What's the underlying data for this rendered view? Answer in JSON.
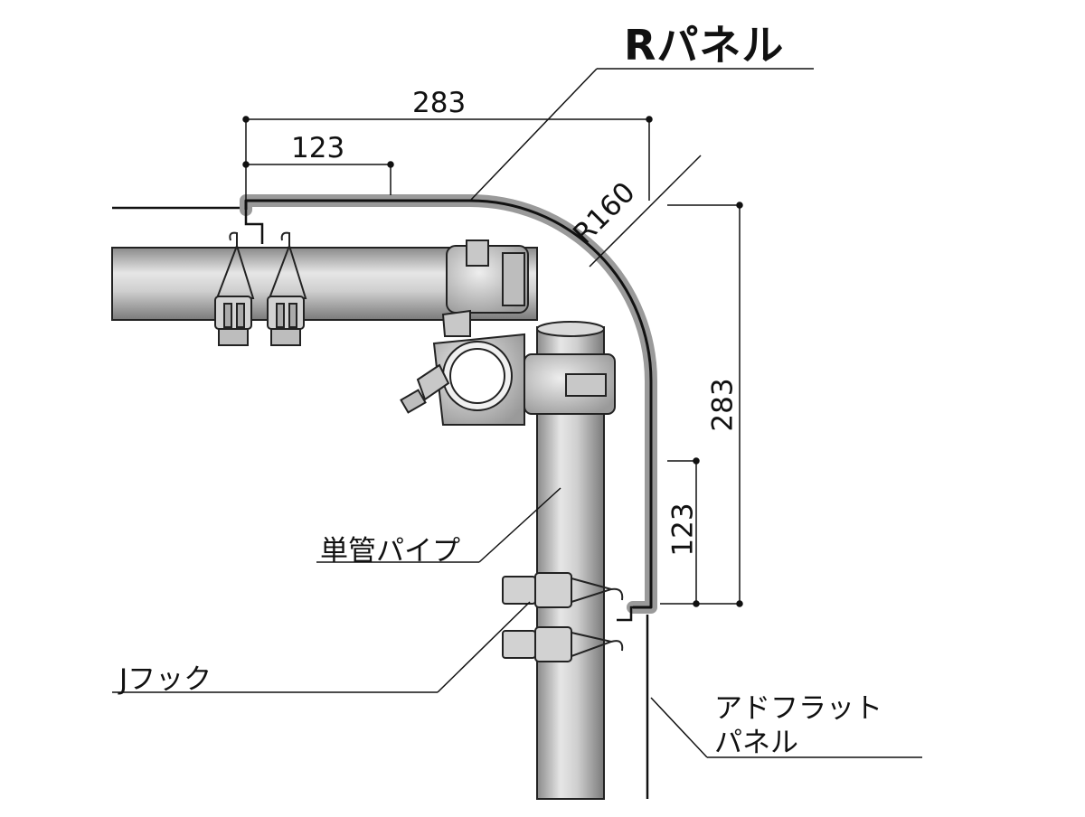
{
  "title": "Rパネル",
  "dimensions": {
    "top_total": "283",
    "top_offset": "123",
    "radius": "R160",
    "side_total": "283",
    "side_offset": "123"
  },
  "labels": {
    "pipe": "単管パイプ",
    "jhook": "Jフック",
    "flat_panel_line1": "アドフラット",
    "flat_panel_line2": "パネル"
  }
}
